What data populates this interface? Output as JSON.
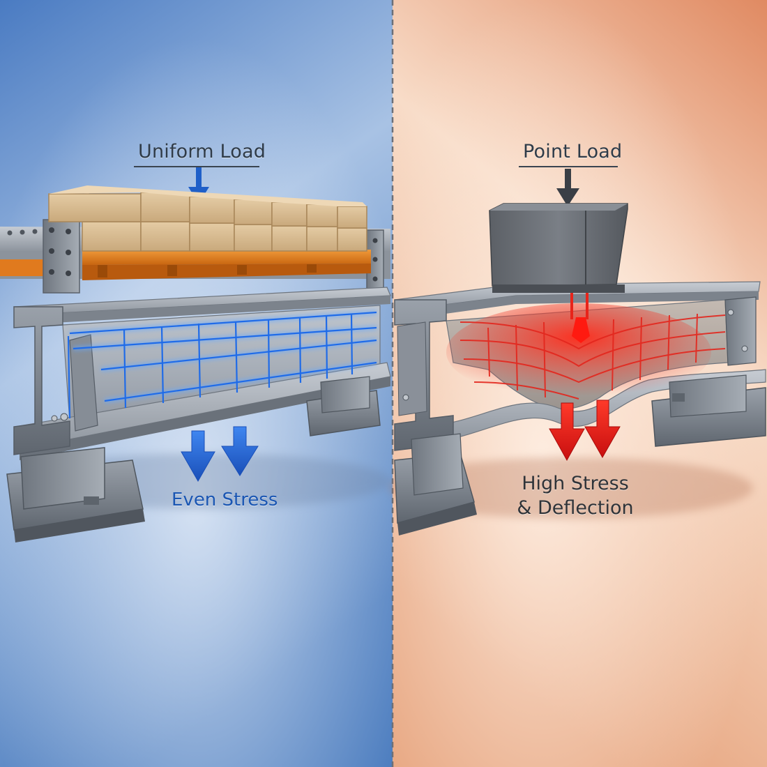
{
  "left_panel": {
    "title": "Uniform Load",
    "caption": "Even Stress",
    "accent_color": "#1f5fc8",
    "background_color": "#4e7fc4"
  },
  "right_panel": {
    "title": "Point Load",
    "caption_line_1": "High Stress",
    "caption_line_2": "& Deflection",
    "accent_color": "#e01b1b",
    "background_color": "#e9a27e"
  },
  "divider": {
    "style": "dashed",
    "color": "#6b6f78"
  }
}
